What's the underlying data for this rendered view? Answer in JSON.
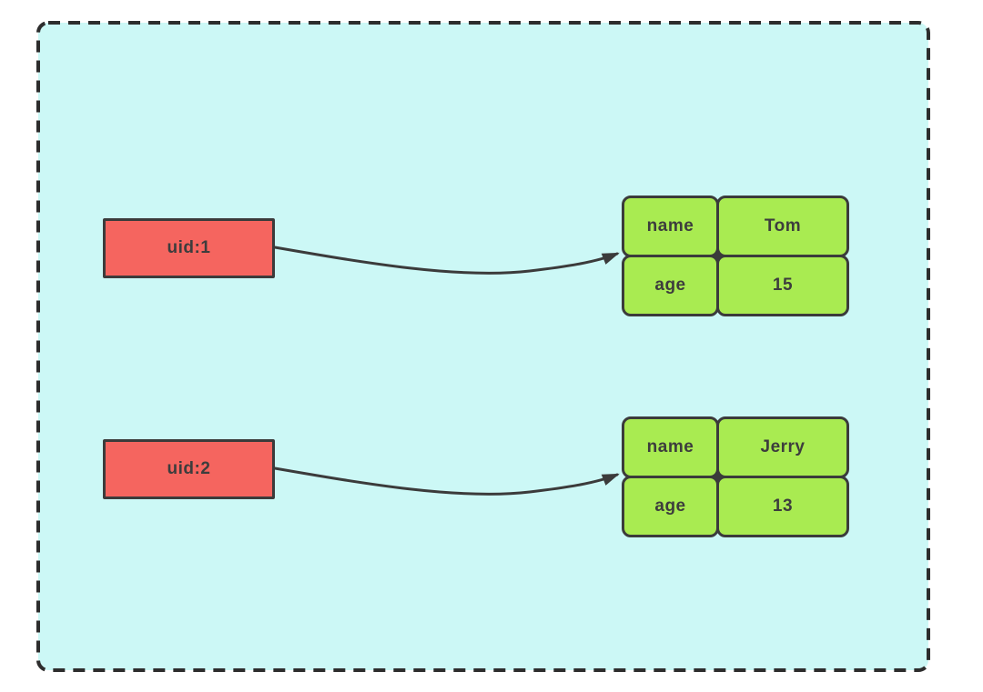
{
  "colors": {
    "page_background": "#ffffff",
    "container_fill": "#ccf8f6",
    "container_border": "#2d2d2d",
    "key_box_fill": "#f5655f",
    "hash_cell_fill": "#a9eb51",
    "stroke": "#3b3b3b",
    "text": "#3d3d3d"
  },
  "entries": [
    {
      "key": "uid:1",
      "fields": [
        {
          "name": "name",
          "value": "Tom"
        },
        {
          "name": "age",
          "value": "15"
        }
      ]
    },
    {
      "key": "uid:2",
      "fields": [
        {
          "name": "name",
          "value": "Jerry"
        },
        {
          "name": "age",
          "value": "13"
        }
      ]
    }
  ]
}
